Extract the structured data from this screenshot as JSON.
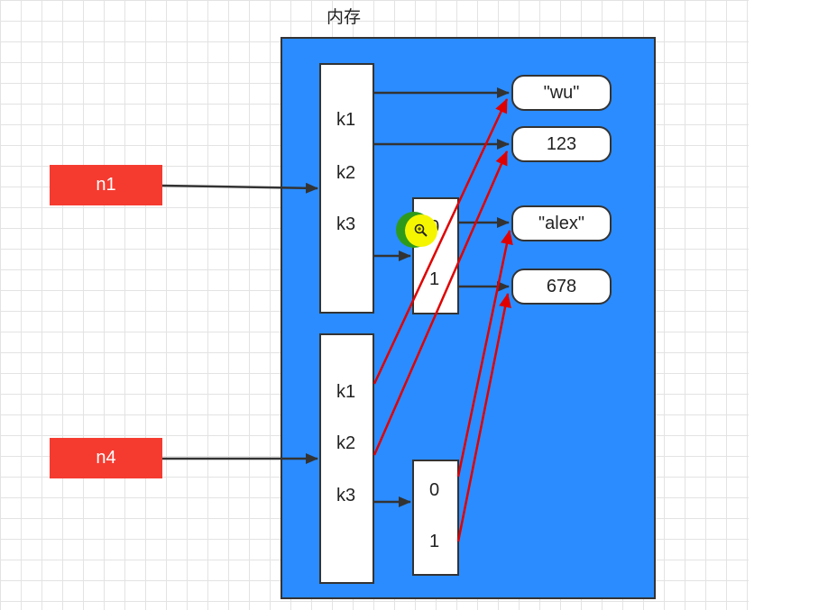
{
  "title": "内存",
  "variables": {
    "n1": "n1",
    "n4": "n4"
  },
  "dict_top": {
    "k1": "k1",
    "k2": "k2",
    "k3": "k3"
  },
  "dict_bottom": {
    "k1": "k1",
    "k2": "k2",
    "k3": "k3"
  },
  "list_top": {
    "i0": "0",
    "i1": "1"
  },
  "list_bottom": {
    "i0": "0",
    "i1": "1"
  },
  "values": {
    "wu": "\"wu\"",
    "num123": "123",
    "alex": "\"alex\"",
    "num678": "678"
  },
  "colors": {
    "memory": "#2b8cff",
    "variable": "#f53b30",
    "black_arrow": "#333333",
    "red_arrow": "#e00000",
    "cursor_yellow": "#f5f500",
    "cursor_green": "#2e9a1c"
  },
  "cursor": "magnifier-cursor-icon"
}
